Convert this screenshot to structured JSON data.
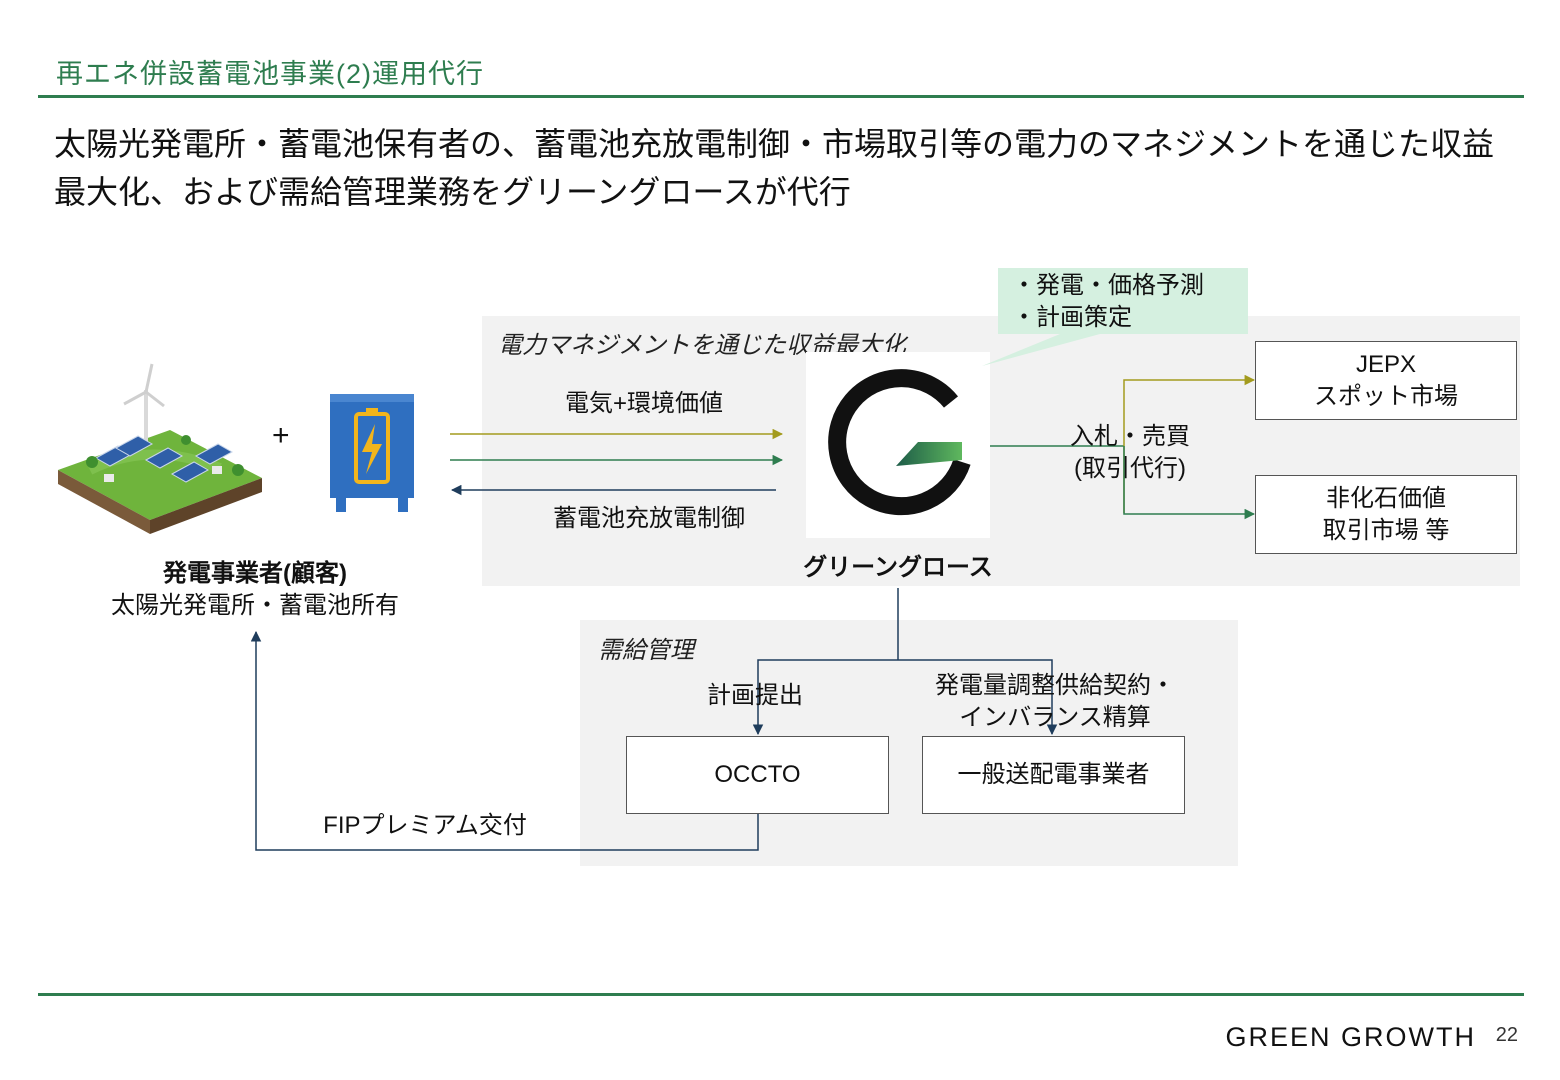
{
  "header": {
    "section_title": "再エネ併設蓄電池事業(2)運用代行",
    "headline": "太陽光発電所・蓄電池保有者の、蓄電池充放電制御・市場取引等の電力のマネジメントを通じた収益最大化、および需給管理業務をグリーングロースが代行"
  },
  "diagram": {
    "zone_revenue_label": "電力マネジメントを通じた収益最大化",
    "zone_supply_label": "需給管理",
    "note_lines": [
      "・発電・価格予測",
      "・計画策定"
    ],
    "plus_sign": "+",
    "customer": {
      "title": "発電事業者(顧客)",
      "subtitle": "太陽光発電所・蓄電池所有"
    },
    "flow_power_label": "電気+環境価値",
    "flow_control_label": "蓄電池充放電制御",
    "company_name": "グリーングロース",
    "trade_label_lines": [
      "入札・売買",
      "(取引代行)"
    ],
    "jepx_lines": [
      "JEPX",
      "スポット市場"
    ],
    "nonfossil_lines": [
      "非化石価値",
      "取引市場 等"
    ],
    "plan_label": "計画提出",
    "contract_label_lines": [
      "発電量調整供給契約・",
      "インバランス精算"
    ],
    "occto": "OCCTO",
    "td_operator": "一般送配電事業者",
    "fip_label": "FIPプレミアム交付",
    "colors": {
      "olive_arrow": "#a39b1e",
      "green_arrow": "#2e7d4f",
      "navy_arrow": "#1f3d5c",
      "accent": "#2e7d4f"
    },
    "icons": [
      "solar-wind-farm-icon",
      "battery-icon",
      "green-growth-logo-icon"
    ]
  },
  "footer": {
    "brand": "GREEN GROWTH",
    "page_number": "22"
  }
}
